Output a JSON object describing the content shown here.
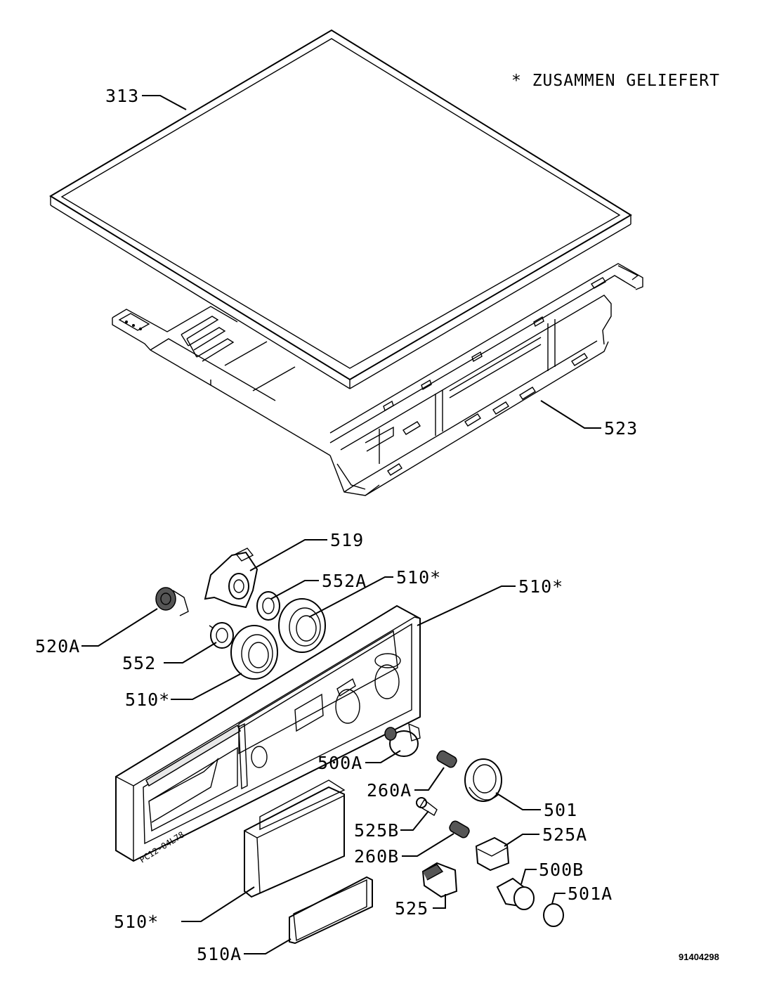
{
  "note": "* ZUSAMMEN GELIEFERT",
  "drawing_number": "91404298",
  "handwritten_mark": "PC12-04L78",
  "labels": {
    "p313": "313",
    "p523": "523",
    "p519": "519",
    "p552A": "552A",
    "p510_knob_upper": "510*",
    "p510_panel": "510*",
    "p520A": "520A",
    "p552": "552",
    "p510_knob_lower": "510*",
    "p500A": "500A",
    "p260A": "260A",
    "p501": "501",
    "p525B": "525B",
    "p525A": "525A",
    "p260B": "260B",
    "p500B": "500B",
    "p501A": "501A",
    "p525": "525",
    "p510_drawer": "510*",
    "p510A": "510A"
  }
}
